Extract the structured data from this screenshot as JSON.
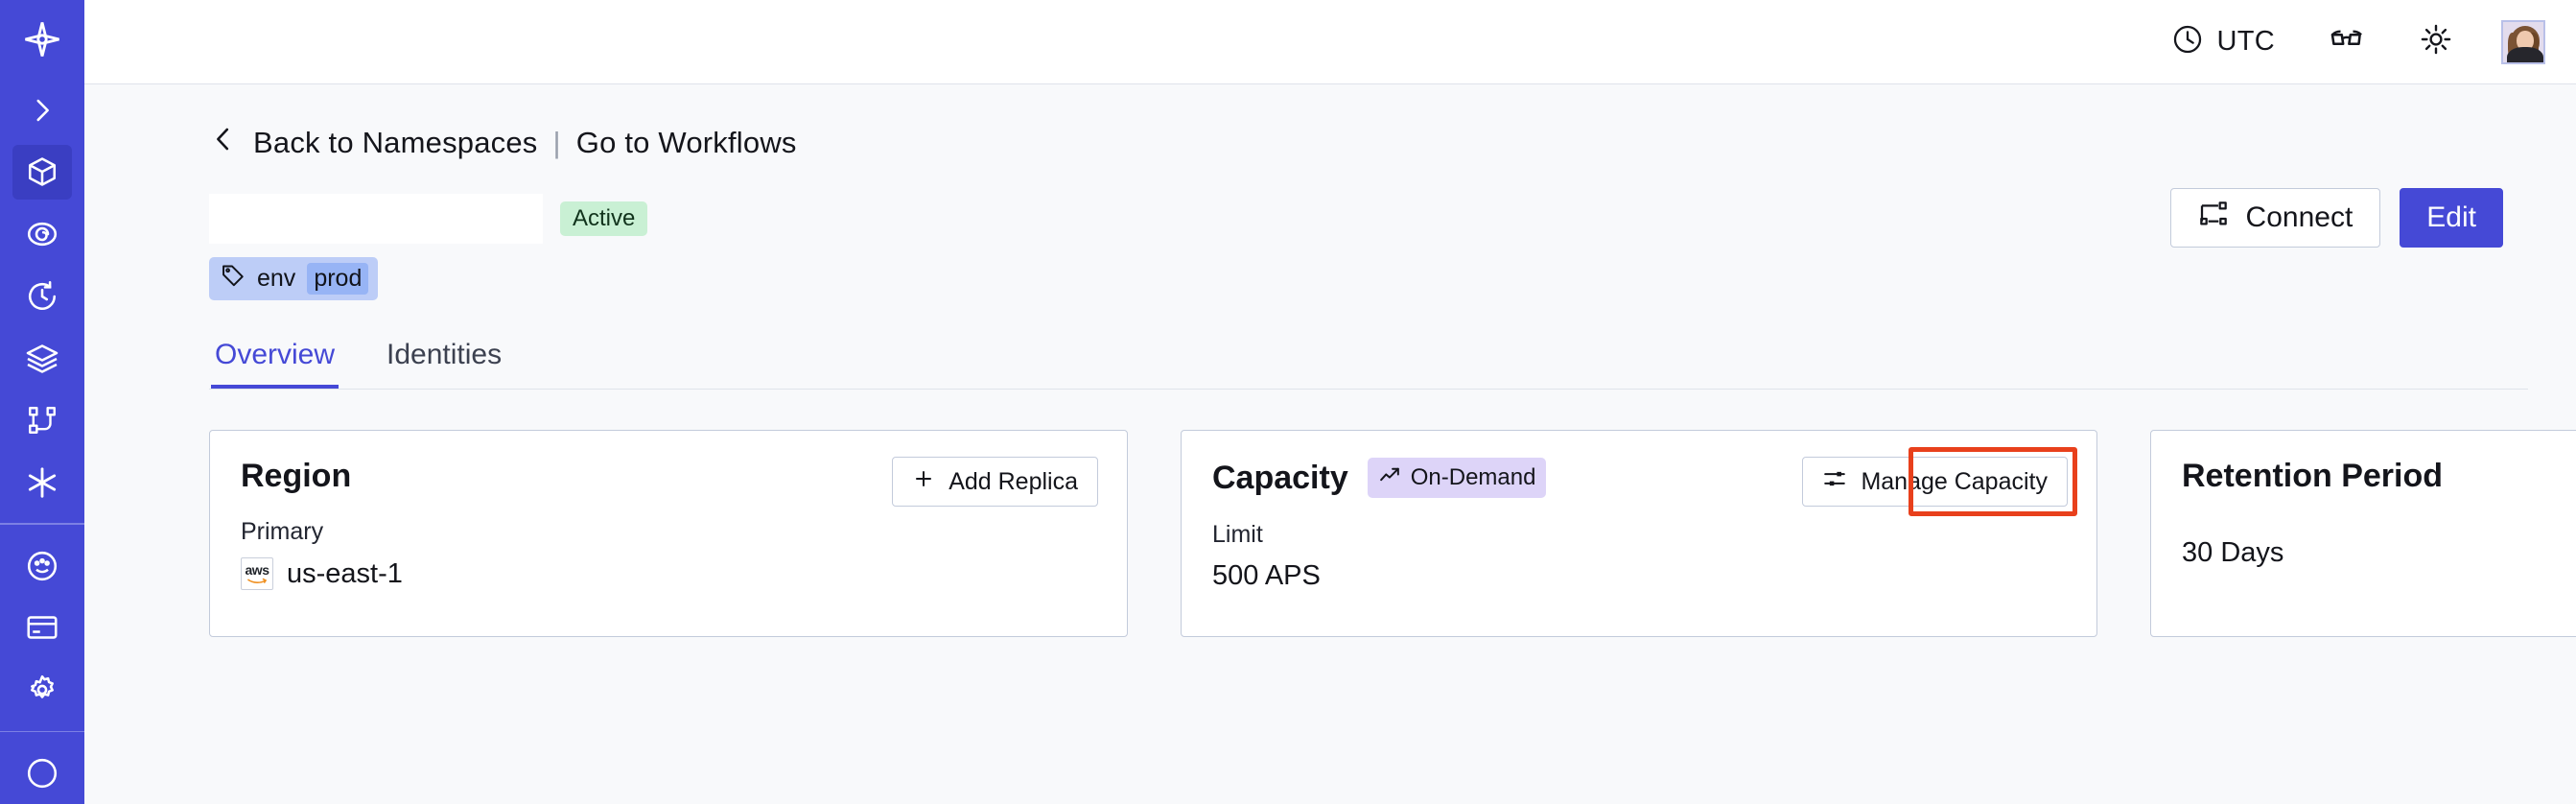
{
  "theme": {
    "brand": "#4549d6",
    "sidebar_bg": "#4549d6",
    "sidebar_active": "#3a3ec2",
    "page_bg": "#f8f9fb",
    "card_border": "#c3cbdb",
    "badge_active_bg": "#c9f0d4",
    "badge_ondemand_bg": "#ddd4f8",
    "tag_bg": "#bdcdf7",
    "tag_value_bg": "#97b4f5",
    "highlight_outline": "#e8401c"
  },
  "sidebar": {
    "logo_icon": "temporal-logo-icon",
    "items": [
      {
        "icon": "chevron-right-icon",
        "name": "expand-sidebar",
        "active": false
      },
      {
        "icon": "cube-icon",
        "name": "namespaces",
        "active": true
      },
      {
        "icon": "eye-spiral-icon",
        "name": "observability",
        "active": false
      },
      {
        "icon": "history-clock-icon",
        "name": "schedules",
        "active": false
      },
      {
        "icon": "layers-icon",
        "name": "layers",
        "active": false
      },
      {
        "icon": "workflow-graph-icon",
        "name": "workflows",
        "active": false
      },
      {
        "icon": "asterisk-icon",
        "name": "integrations",
        "active": false
      }
    ],
    "items_lower": [
      {
        "icon": "palette-icon",
        "name": "usage",
        "active": false
      },
      {
        "icon": "credit-card-icon",
        "name": "billing",
        "active": false
      },
      {
        "icon": "gear-icon",
        "name": "settings",
        "active": false
      }
    ]
  },
  "topbar": {
    "timezone_icon": "clock-icon",
    "timezone_label": "UTC",
    "glasses_icon": "glasses-icon",
    "theme_icon": "sun-icon",
    "avatar_name": "user-avatar"
  },
  "breadcrumb": {
    "back_icon": "chevron-left-icon",
    "back_label": "Back to Namespaces",
    "divider": "|",
    "forward_label": "Go to Workflows"
  },
  "namespace": {
    "title_redacted": "",
    "status_label": "Active",
    "tag": {
      "icon": "tag-icon",
      "key": "env",
      "value": "prod"
    }
  },
  "actions": {
    "connect_icon": "connect-flow-icon",
    "connect_label": "Connect",
    "edit_label": "Edit"
  },
  "tabs": [
    {
      "label": "Overview",
      "active": true
    },
    {
      "label": "Identities",
      "active": false
    }
  ],
  "cards": {
    "region": {
      "title": "Region",
      "button_icon": "plus-icon",
      "button_label": "Add Replica",
      "sub_label": "Primary",
      "provider_icon": "aws-logo-icon",
      "value": "us-east-1"
    },
    "capacity": {
      "title": "Capacity",
      "badge_icon": "trend-up-icon",
      "badge_label": "On-Demand",
      "button_icon": "sliders-icon",
      "button_label": "Manage Capacity",
      "button_highlighted": true,
      "sub_label": "Limit",
      "value": "500 APS"
    },
    "retention": {
      "title": "Retention Period",
      "value": "30 Days"
    }
  }
}
